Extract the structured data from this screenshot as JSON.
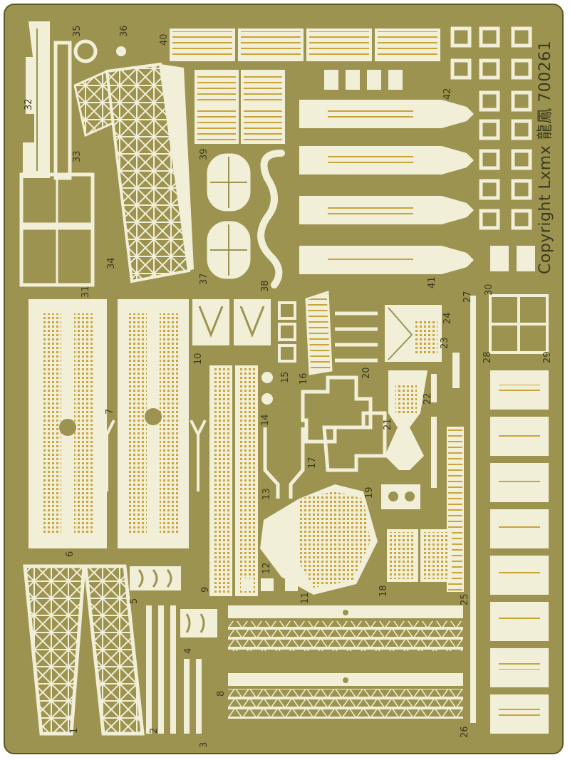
{
  "fret": {
    "colors": {
      "brass": "#9c9350",
      "brass_dark": "#7c7435",
      "etch": "#f2efd8",
      "gold": "#c9a43a",
      "edge": "#5f5826",
      "text": "#3a3a1e"
    },
    "copyright": "Copyright Lxmx 龍鳳 700261",
    "part_numbers": {
      "n1": "1",
      "n2": "2",
      "n3": "3",
      "n4": "4",
      "n5": "5",
      "n6": "6",
      "n7": "7",
      "n8": "8",
      "n9": "9",
      "n10": "10",
      "n11": "11",
      "n12": "12",
      "n13": "13",
      "n14": "14",
      "n15": "15",
      "n16": "16",
      "n17": "17",
      "n18": "18",
      "n19": "19",
      "n20": "20",
      "n21": "21",
      "n22": "22",
      "n23": "23",
      "n24": "24",
      "n25": "25",
      "n26": "26",
      "n27": "27",
      "n28": "28",
      "n29": "29",
      "n30": "30",
      "n31": "31",
      "n32": "32",
      "n33": "33",
      "n34": "34",
      "n35": "35",
      "n36": "36",
      "n37": "37",
      "n38": "38",
      "n39": "39",
      "n40": "40",
      "n41": "41",
      "n42": "42"
    }
  }
}
